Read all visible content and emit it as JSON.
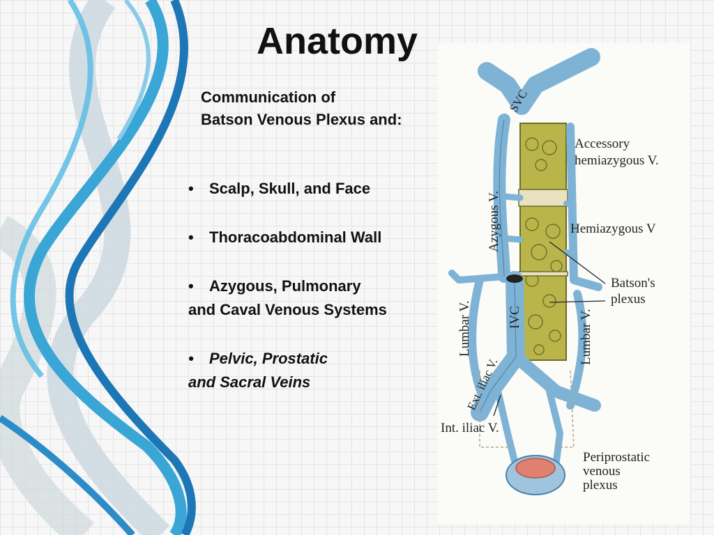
{
  "slide": {
    "title": "Anatomy",
    "subtitle_line1": "Communication of",
    "subtitle_line2": "Batson Venous Plexus and:",
    "bullet_glyph": "•",
    "bullets": [
      {
        "line1": "Scalp, Skull, and Face",
        "line2": ""
      },
      {
        "line1": "Thoracoabdominal Wall",
        "line2": ""
      },
      {
        "line1": "Azygous, Pulmonary",
        "line2": "and Caval Venous  Systems"
      },
      {
        "line1": "Pelvic, Prostatic",
        "line2": "and Sacral Veins"
      }
    ]
  },
  "diagram": {
    "labels": {
      "svc": "SVC",
      "accessory_line1": "Accessory",
      "accessory_line2": "hemiazygous V.",
      "hemiazygous": "Hemiazygous V",
      "azygous": "Azygous V.",
      "batsons_line1": "Batson's",
      "batsons_line2": "plexus",
      "lumbar_left": "Lumbar V.",
      "ivc": "IVC",
      "lumbar_right": "Lumbar V.",
      "ext_iliac": "Ext. iliac V.",
      "int_iliac": "Int. iliac V.",
      "periprostatic_line1": "Periprostatic",
      "periprostatic_line2": "venous",
      "periprostatic_line3": "plexus"
    }
  },
  "colors": {
    "vein_blue": "#7fb3d5",
    "vein_outline": "#4a7fa8",
    "plexus_yellow": "#b9b54a",
    "prostate_red": "#e08070",
    "swirl_dark": "#1d76b5",
    "swirl_light": "#39a6d6"
  }
}
